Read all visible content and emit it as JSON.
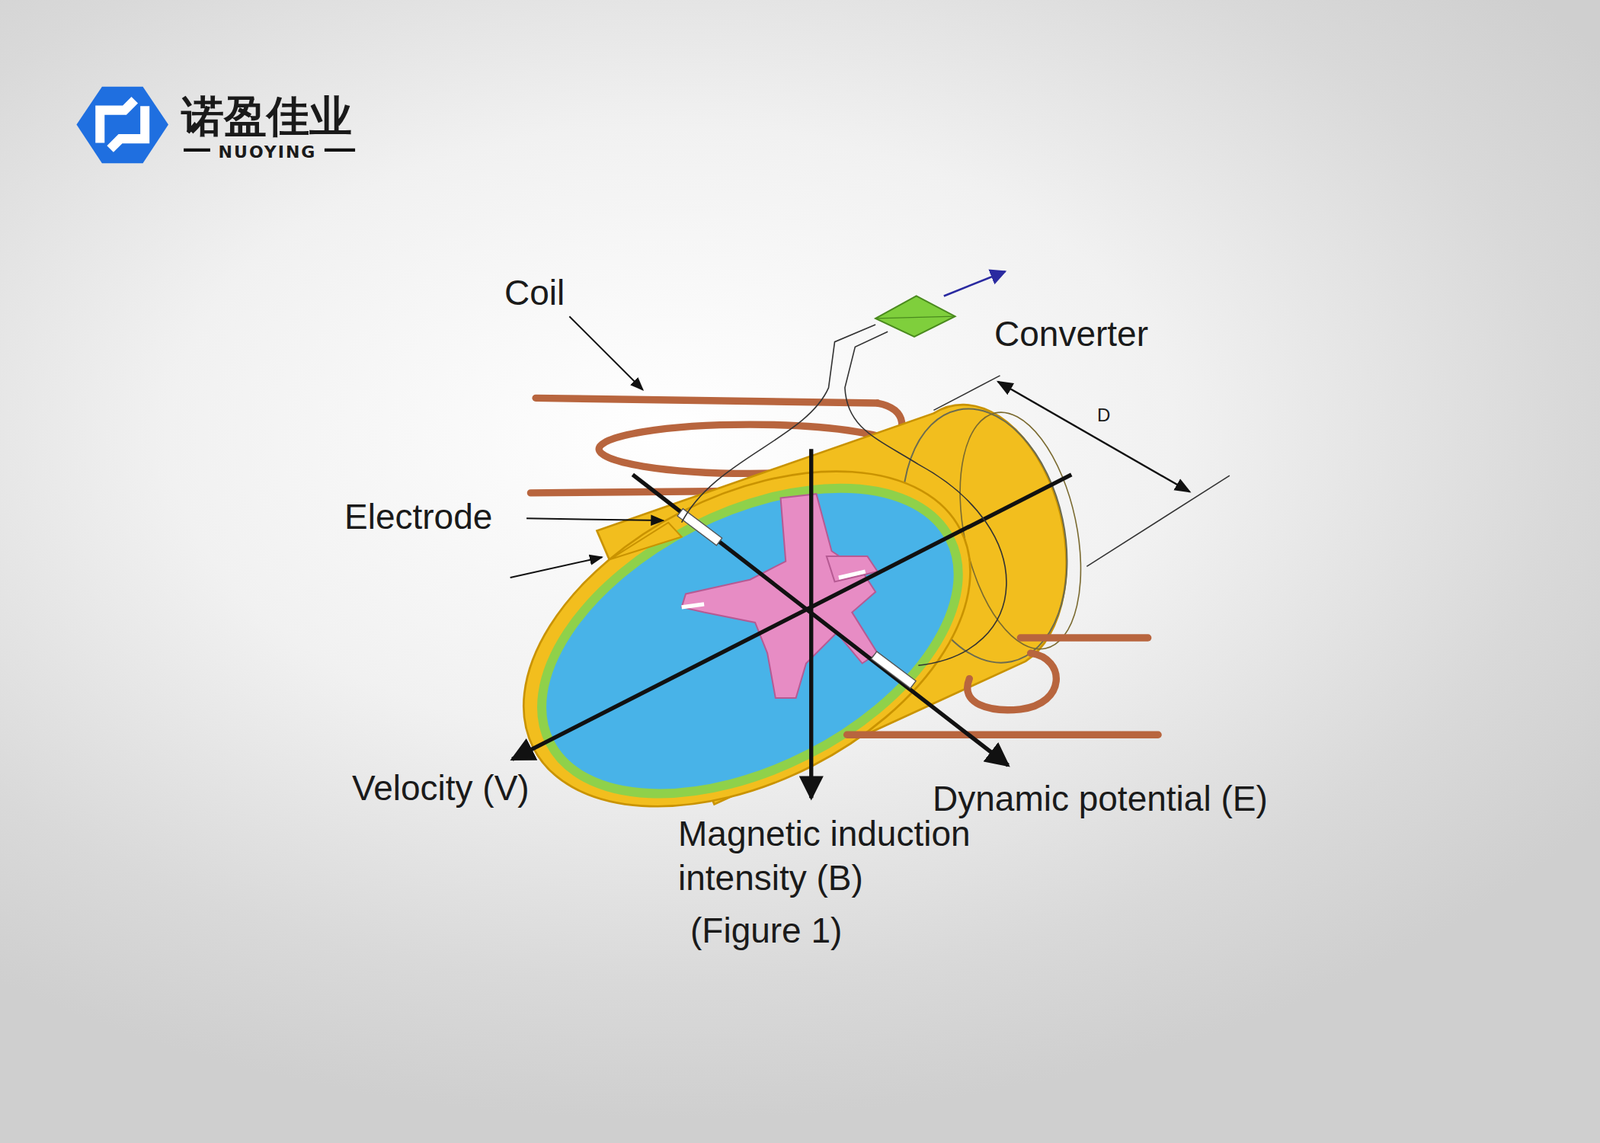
{
  "diagram": {
    "caption": "(Figure 1)",
    "labels": [
      "诺盈佳业",
      "NUOYING",
      "Coil",
      "Converter",
      "D",
      "Electrode",
      "Velocity (V)",
      "Magnetic induction intensity (B)",
      "Dynamic potential (E)"
    ]
  }
}
